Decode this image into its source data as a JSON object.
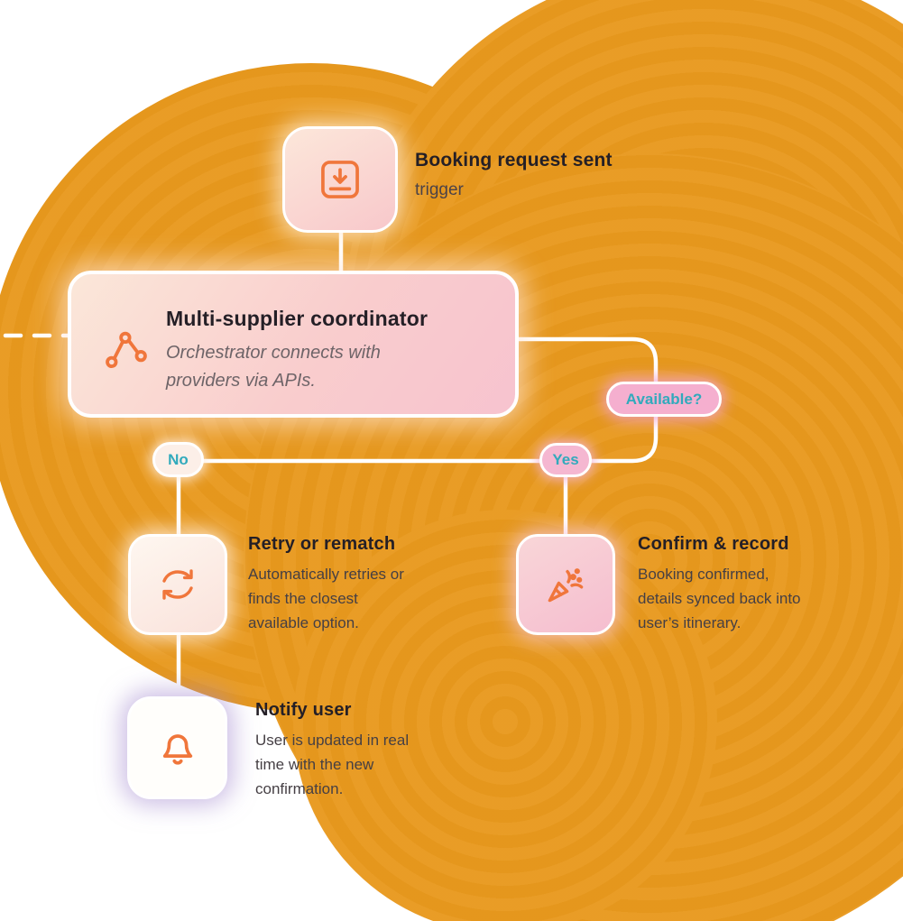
{
  "palette": {
    "background_orange": "#E8991E",
    "icon_orange": "#F0763B",
    "title_text": "#241F26",
    "body_text": "#453F44",
    "muted_italic_text": "#6E6468",
    "teal_label": "#31AABC",
    "pill_pink": "#F5B4D0",
    "connector_white": "#FFFFFF"
  },
  "flow": {
    "trigger": {
      "title": "Booking request sent",
      "subtitle": "trigger",
      "icon": "inbox-in-icon"
    },
    "coordinator": {
      "title": "Multi-supplier coordinator",
      "description": "Orchestrator connects with providers via APIs.",
      "icon": "workflow-nodes-icon"
    },
    "decision": {
      "label": "Available?"
    },
    "branch_no": {
      "label": "No"
    },
    "branch_yes": {
      "label": "Yes"
    },
    "retry": {
      "title": "Retry or rematch",
      "description": "Automatically retries or finds the closest available option.",
      "icon": "retry-loop-icon"
    },
    "confirm": {
      "title": "Confirm & record",
      "description": "Booking confirmed, details synced back into user’s itinerary.",
      "icon": "party-popper-icon"
    },
    "notify": {
      "title": "Notify user",
      "description": "User is updated in real time with the new confirmation.",
      "icon": "bell-icon"
    }
  }
}
